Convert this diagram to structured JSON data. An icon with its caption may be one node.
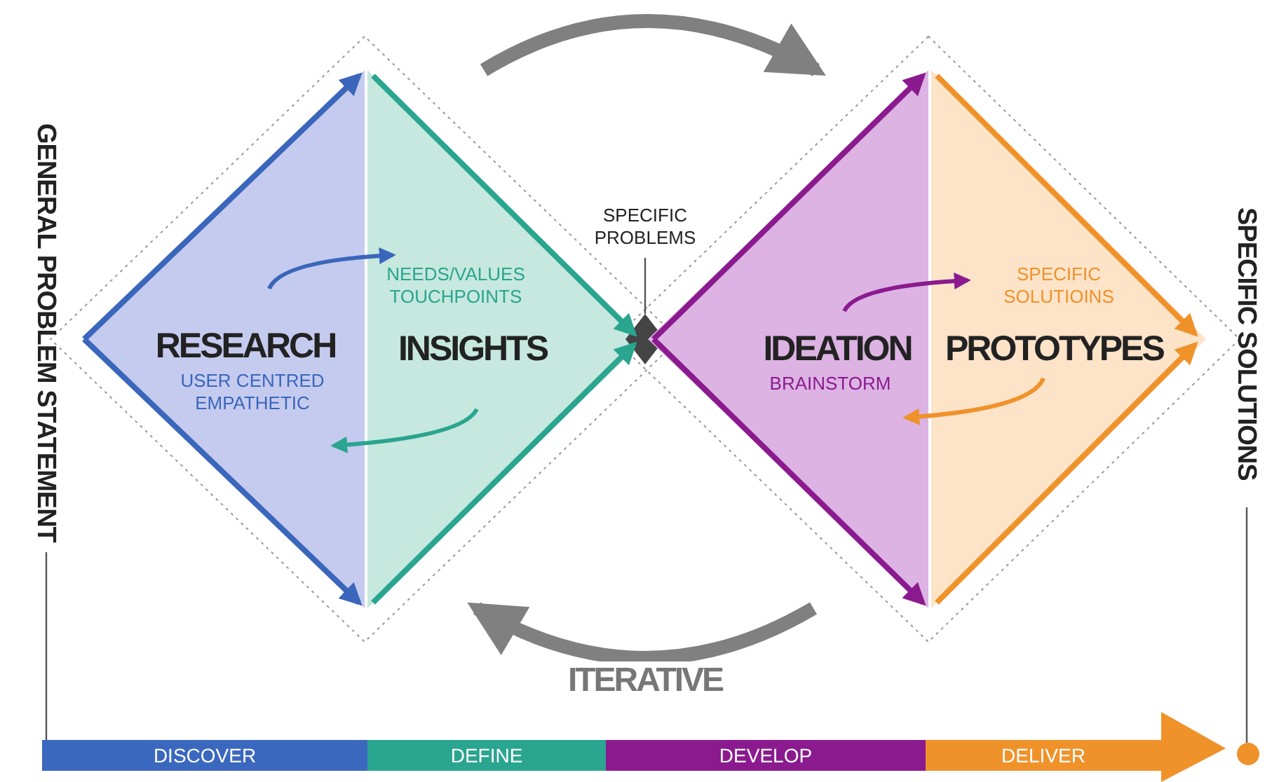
{
  "diagram": {
    "nodes": [
      {
        "text": [
          "RESEARCH",
          "USER CENTRED EMPATHETIC"
        ]
      },
      {
        "text": [
          "NEEDS/VALUES TOUCHPOINTS",
          "INSIGHTS"
        ]
      },
      {
        "text": [
          "SPECIFIC PROBLEMS"
        ]
      },
      {
        "text": [],
        "shape": "diamond"
      },
      {
        "text": [
          "IDEATION",
          "BRAINSTORM"
        ]
      },
      {
        "text": [
          "SPECIFIC SOLUTIOINS",
          "PROTOTYPES"
        ]
      },
      {
        "text": [
          "GENERAL PROBLEM STATEMENT"
        ]
      },
      {
        "text": [
          "SPECIFIC SOLUTIONS"
        ]
      },
      {
        "text": [
          "DISCOVER"
        ]
      },
      {
        "text": [
          "DEFINE"
        ]
      },
      {
        "text": [
          "DEVELOP"
        ]
      },
      {
        "text": [
          "DELIVER"
        ]
      },
      {
        "text": [],
        "shape": "circle"
      }
    ],
    "edges": [
      {
        "from": 0,
        "to": 1,
        "arrow": "to",
        "color": "#3a66bb"
      },
      {
        "from": 1,
        "to": 0,
        "arrow": "to",
        "color": "#2aa58f"
      },
      {
        "from": 4,
        "to": 5,
        "arrow": "to",
        "color": "#8b1a8f"
      },
      {
        "from": 5,
        "to": 4,
        "arrow": "to",
        "color": "#f0922a"
      },
      {
        "from": 1,
        "to": 4,
        "arrow": "to",
        "style": "thick",
        "color": "#808080"
      },
      {
        "from": 4,
        "to": 1,
        "arrow": "to",
        "label": "ITERATIVE",
        "style": "thick",
        "color": "#808080"
      },
      {
        "from": 2,
        "to": 3,
        "arrow": "none"
      },
      {
        "from": 6,
        "to": 8,
        "arrow": "none"
      },
      {
        "from": 7,
        "to": 12,
        "arrow": "none"
      }
    ]
  }
}
